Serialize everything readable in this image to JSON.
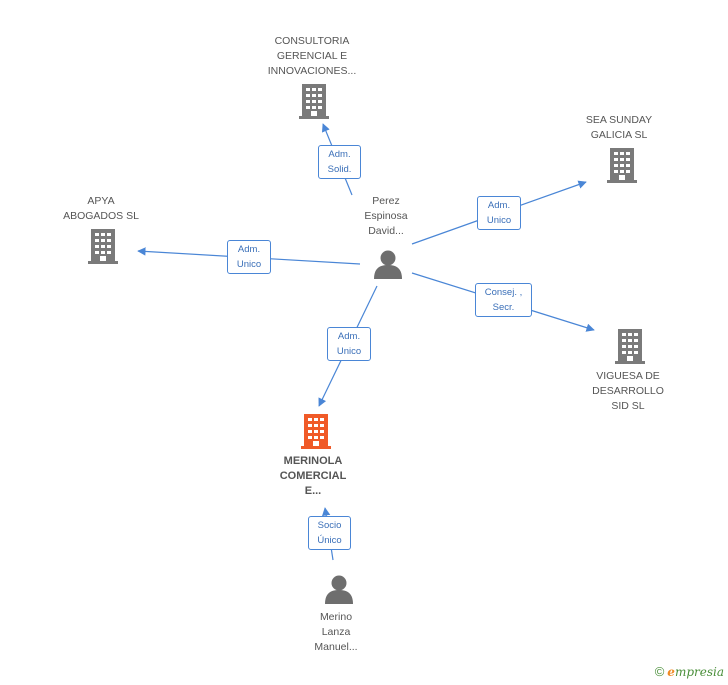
{
  "colors": {
    "edge": "#4a86d6",
    "company": "#7a7a7a",
    "company_focus": "#f05a28",
    "person": "#6e6e6e"
  },
  "nodes": {
    "consultoria": {
      "label": "CONSULTORIA\nGERENCIAL E\nINNOVACIONES...",
      "icon": "building-icon"
    },
    "sea_sunday": {
      "label": "SEA SUNDAY\nGALICIA SL",
      "icon": "building-icon"
    },
    "apya": {
      "label": "APYA\nABOGADOS SL",
      "icon": "building-icon"
    },
    "viguesa": {
      "label": "VIGUESA DE\nDESARROLLO\nSID  SL",
      "icon": "building-icon"
    },
    "merinola": {
      "label": "MERINOLA\nCOMERCIAL\nE...",
      "icon": "building-icon"
    },
    "perez": {
      "label": "Perez\nEspinosa\nDavid...",
      "icon": "person-icon"
    },
    "merino": {
      "label": "Merino\nLanza\nManuel...",
      "icon": "person-icon"
    }
  },
  "edges": {
    "to_consultoria": "Adm.\nSolid.",
    "to_sea_sunday": "Adm.\nUnico",
    "to_apya": "Adm.\nUnico",
    "to_viguesa": "Consej. ,\nSecr.",
    "to_merinola": "Adm.\nUnico",
    "merino_to_merinola": "Socio\nÚnico"
  },
  "footer": {
    "copyright_symbol": "©",
    "brand_first": "e",
    "brand_rest": "mpresia"
  }
}
